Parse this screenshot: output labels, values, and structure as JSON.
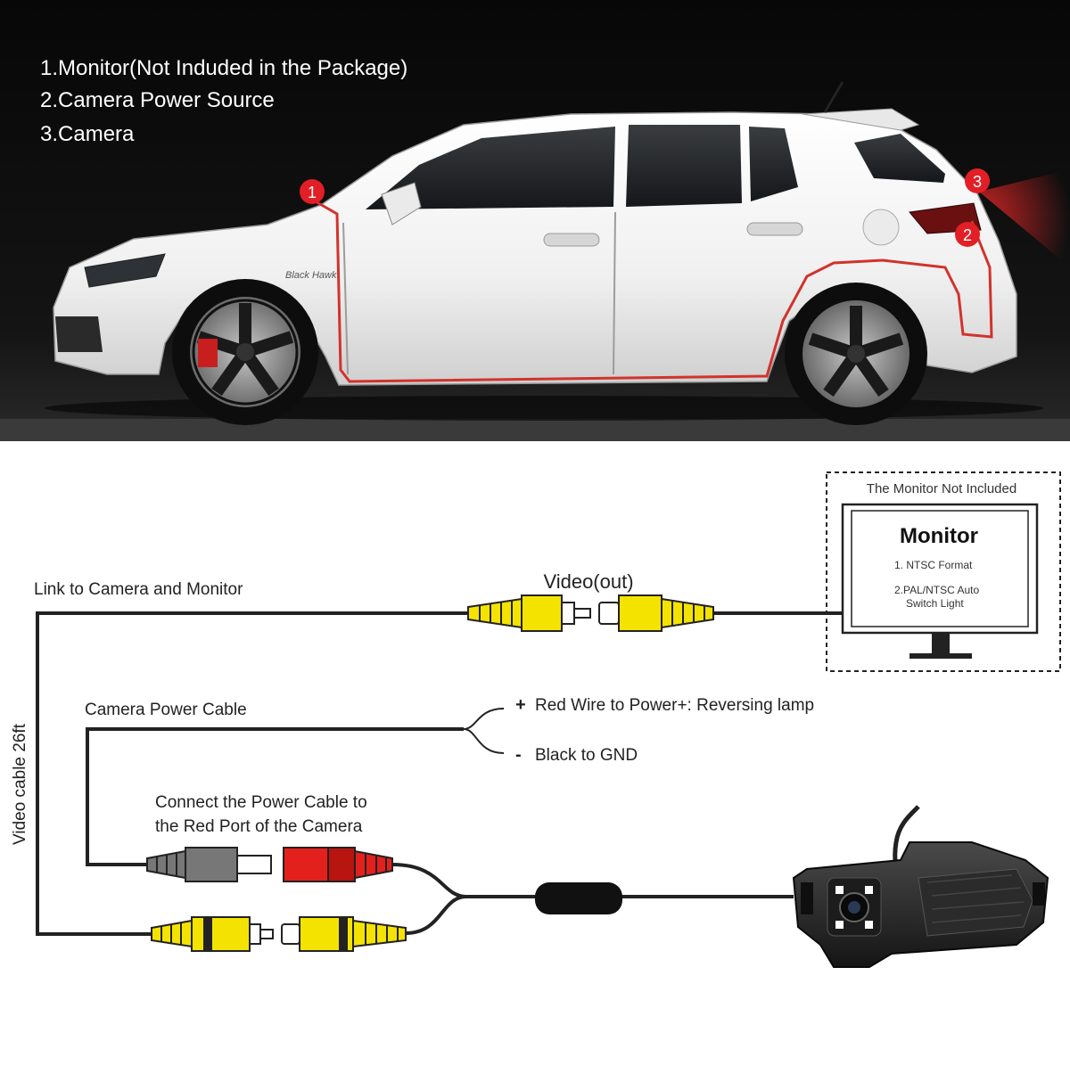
{
  "legend": {
    "item1": "1.Monitor(Not Induded in the Package)",
    "item2": "2.Camera Power Source",
    "item3": "3.Camera"
  },
  "car_photo": {
    "markers": [
      "1",
      "2",
      "3"
    ],
    "badge_script": "Black Hawk",
    "colors": {
      "marker": "#e21f26",
      "wire": "#d2322d",
      "camera_glow": "#ff2a2a"
    }
  },
  "diagram": {
    "monitor_box": {
      "header": "The Monitor Not Included",
      "title": "Monitor",
      "spec1": "1. NTSC Format",
      "spec2_line1": "2.PAL/NTSC Auto",
      "spec2_line2": "Switch Light"
    },
    "labels": {
      "link": "Link to Camera and Monitor",
      "video_out": "Video(out)",
      "video_cable": "Video cable 26ft",
      "power_cable": "Camera Power Cable",
      "plus_sign": "+",
      "red_wire": "Red Wire to Power+: Reversing lamp",
      "minus_sign": "-",
      "black_wire": "Black to GND",
      "connect_line1": "Connect the Power Cable to",
      "connect_line2": "the Red Port of the Camera"
    },
    "colors": {
      "rca_yellow": "#f4e300",
      "rca_red": "#e4201c",
      "plug_gray": "#777777",
      "wire": "#222222"
    }
  }
}
